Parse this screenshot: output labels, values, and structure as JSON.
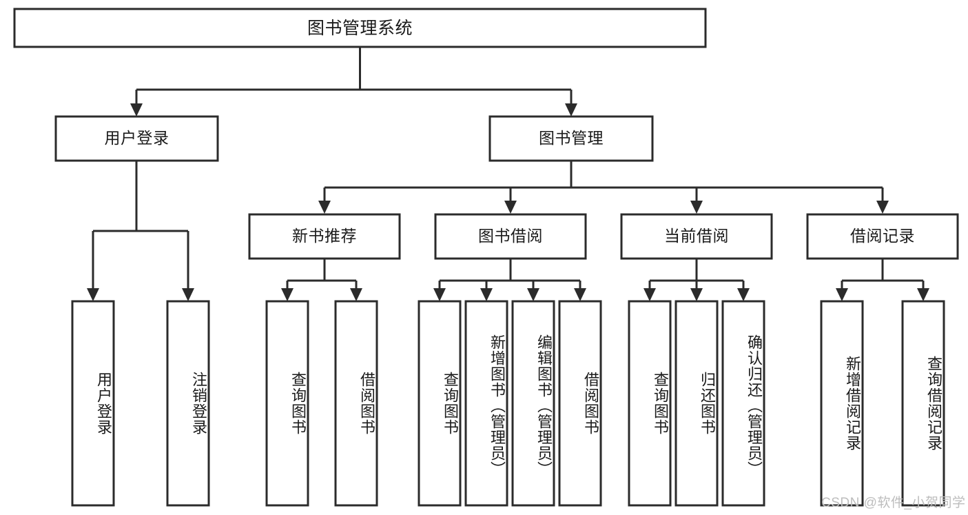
{
  "diagram": {
    "title_node": {
      "label": "图书管理系统"
    },
    "level2": [
      {
        "id": "user-login",
        "label": "用户登录"
      },
      {
        "id": "book-management",
        "label": "图书管理"
      }
    ],
    "level3": [
      {
        "id": "new-book-recommend",
        "label": "新书推荐"
      },
      {
        "id": "book-borrow",
        "label": "图书借阅"
      },
      {
        "id": "current-borrow",
        "label": "当前借阅"
      },
      {
        "id": "borrow-record",
        "label": "借阅记录"
      }
    ],
    "leaves": {
      "user_login": [
        {
          "id": "leaf-user-login",
          "label": "用户登录"
        },
        {
          "id": "leaf-logout-login",
          "label": "注销登录"
        }
      ],
      "new_book_recommend": [
        {
          "id": "leaf-query-book-1",
          "label": "查询图书"
        },
        {
          "id": "leaf-borrow-book-1",
          "label": "借阅图书"
        }
      ],
      "book_borrow": [
        {
          "id": "leaf-query-book-2",
          "label": "查询图书"
        },
        {
          "id": "leaf-add-book",
          "label": "新增图书（管理员）"
        },
        {
          "id": "leaf-edit-book",
          "label": "编辑图书（管理员）"
        },
        {
          "id": "leaf-borrow-book-2",
          "label": "借阅图书"
        }
      ],
      "current_borrow": [
        {
          "id": "leaf-query-book-3",
          "label": "查询图书"
        },
        {
          "id": "leaf-return-book",
          "label": "归还图书"
        },
        {
          "id": "leaf-confirm-return",
          "label": "确认归还（管理员）"
        }
      ],
      "borrow_record": [
        {
          "id": "leaf-add-record",
          "label": "新增借阅记录"
        },
        {
          "id": "leaf-query-record",
          "label": "查询借阅记录"
        }
      ]
    },
    "watermark": "CSDN @软件_小贺同学",
    "colors": {
      "stroke": "#2b2b2b",
      "fill": "#ffffff",
      "text": "#1a1a1a",
      "watermark": "#bdbdbd",
      "background": "#ffffff"
    }
  },
  "chart_data": {
    "type": "tree-diagram",
    "title": "图书管理系统",
    "nodes": [
      {
        "level": 1,
        "label": "图书管理系统",
        "parent": null
      },
      {
        "level": 2,
        "label": "用户登录",
        "parent": "图书管理系统"
      },
      {
        "level": 2,
        "label": "图书管理",
        "parent": "图书管理系统"
      },
      {
        "level": 3,
        "label": "用户登录",
        "parent": "用户登录"
      },
      {
        "level": 3,
        "label": "注销登录",
        "parent": "用户登录"
      },
      {
        "level": 3,
        "label": "新书推荐",
        "parent": "图书管理"
      },
      {
        "level": 3,
        "label": "图书借阅",
        "parent": "图书管理"
      },
      {
        "level": 3,
        "label": "当前借阅",
        "parent": "图书管理"
      },
      {
        "level": 3,
        "label": "借阅记录",
        "parent": "图书管理"
      },
      {
        "level": 4,
        "label": "查询图书",
        "parent": "新书推荐"
      },
      {
        "level": 4,
        "label": "借阅图书",
        "parent": "新书推荐"
      },
      {
        "level": 4,
        "label": "查询图书",
        "parent": "图书借阅"
      },
      {
        "level": 4,
        "label": "新增图书（管理员）",
        "parent": "图书借阅"
      },
      {
        "level": 4,
        "label": "编辑图书（管理员）",
        "parent": "图书借阅"
      },
      {
        "level": 4,
        "label": "借阅图书",
        "parent": "图书借阅"
      },
      {
        "level": 4,
        "label": "查询图书",
        "parent": "当前借阅"
      },
      {
        "level": 4,
        "label": "归还图书",
        "parent": "当前借阅"
      },
      {
        "level": 4,
        "label": "确认归还（管理员）",
        "parent": "当前借阅"
      },
      {
        "level": 4,
        "label": "新增借阅记录",
        "parent": "借阅记录"
      },
      {
        "level": 4,
        "label": "查询借阅记录",
        "parent": "借阅记录"
      }
    ]
  }
}
